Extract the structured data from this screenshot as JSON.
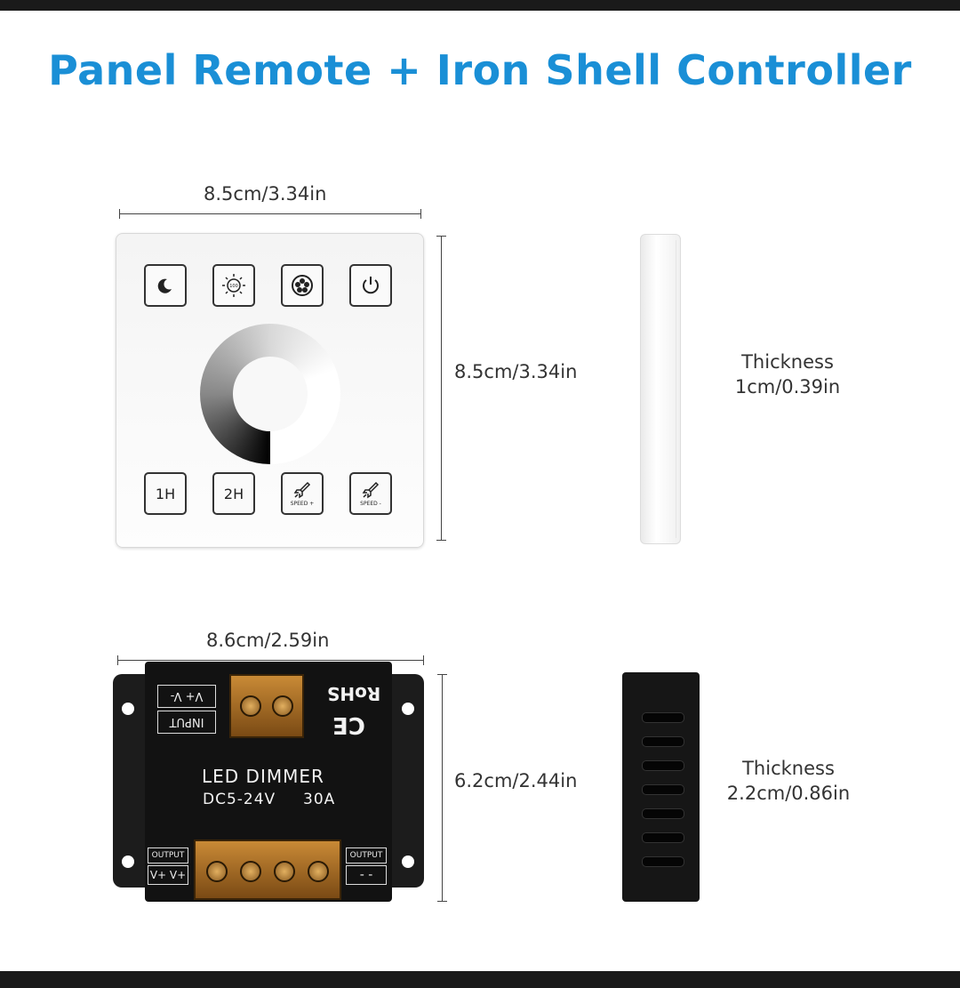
{
  "title": "Panel Remote + Iron Shell Controller",
  "panel_remote": {
    "width_label": "8.5cm/3.34in",
    "height_label": "8.5cm/3.34in",
    "thickness_label": "Thickness",
    "thickness_value": "1cm/0.39in",
    "buttons": {
      "b1": "1H",
      "b2": "2H",
      "speed_up": "SPEED +",
      "speed_down": "SPEED -",
      "brightness_value": "100"
    }
  },
  "controller": {
    "width_label": "8.6cm/2.59in",
    "height_label": "6.2cm/2.44in",
    "thickness_label": "Thickness",
    "thickness_value": "2.2cm/0.86in",
    "name": "LED DIMMER",
    "spec_voltage": "DC5-24V",
    "spec_current": "30A",
    "input_label": "INPUT",
    "input_terms": "V+ V-",
    "rohs": "RoHS",
    "ce": "CE",
    "output_label": "OUTPUT",
    "output_left": "V+ V+",
    "output_right": "- -"
  },
  "colors": {
    "title": "#1a8fd6",
    "bars": "#1a1a1a"
  }
}
